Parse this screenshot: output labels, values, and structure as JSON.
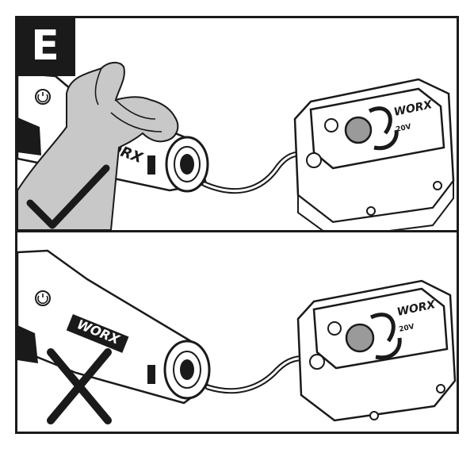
{
  "step": {
    "label": "E"
  },
  "panels": [
    {
      "brand": "WORX",
      "charger_brand": "WORX",
      "charger_label": "20V",
      "verdict": "correct"
    },
    {
      "brand": "WORX",
      "charger_brand": "WORX",
      "charger_label": "20V",
      "verdict": "incorrect"
    }
  ],
  "colors": {
    "ink": "#1a1a1a",
    "paper": "#ffffff",
    "hand": "#c8c8c8",
    "shade": "#9a9a9a"
  }
}
